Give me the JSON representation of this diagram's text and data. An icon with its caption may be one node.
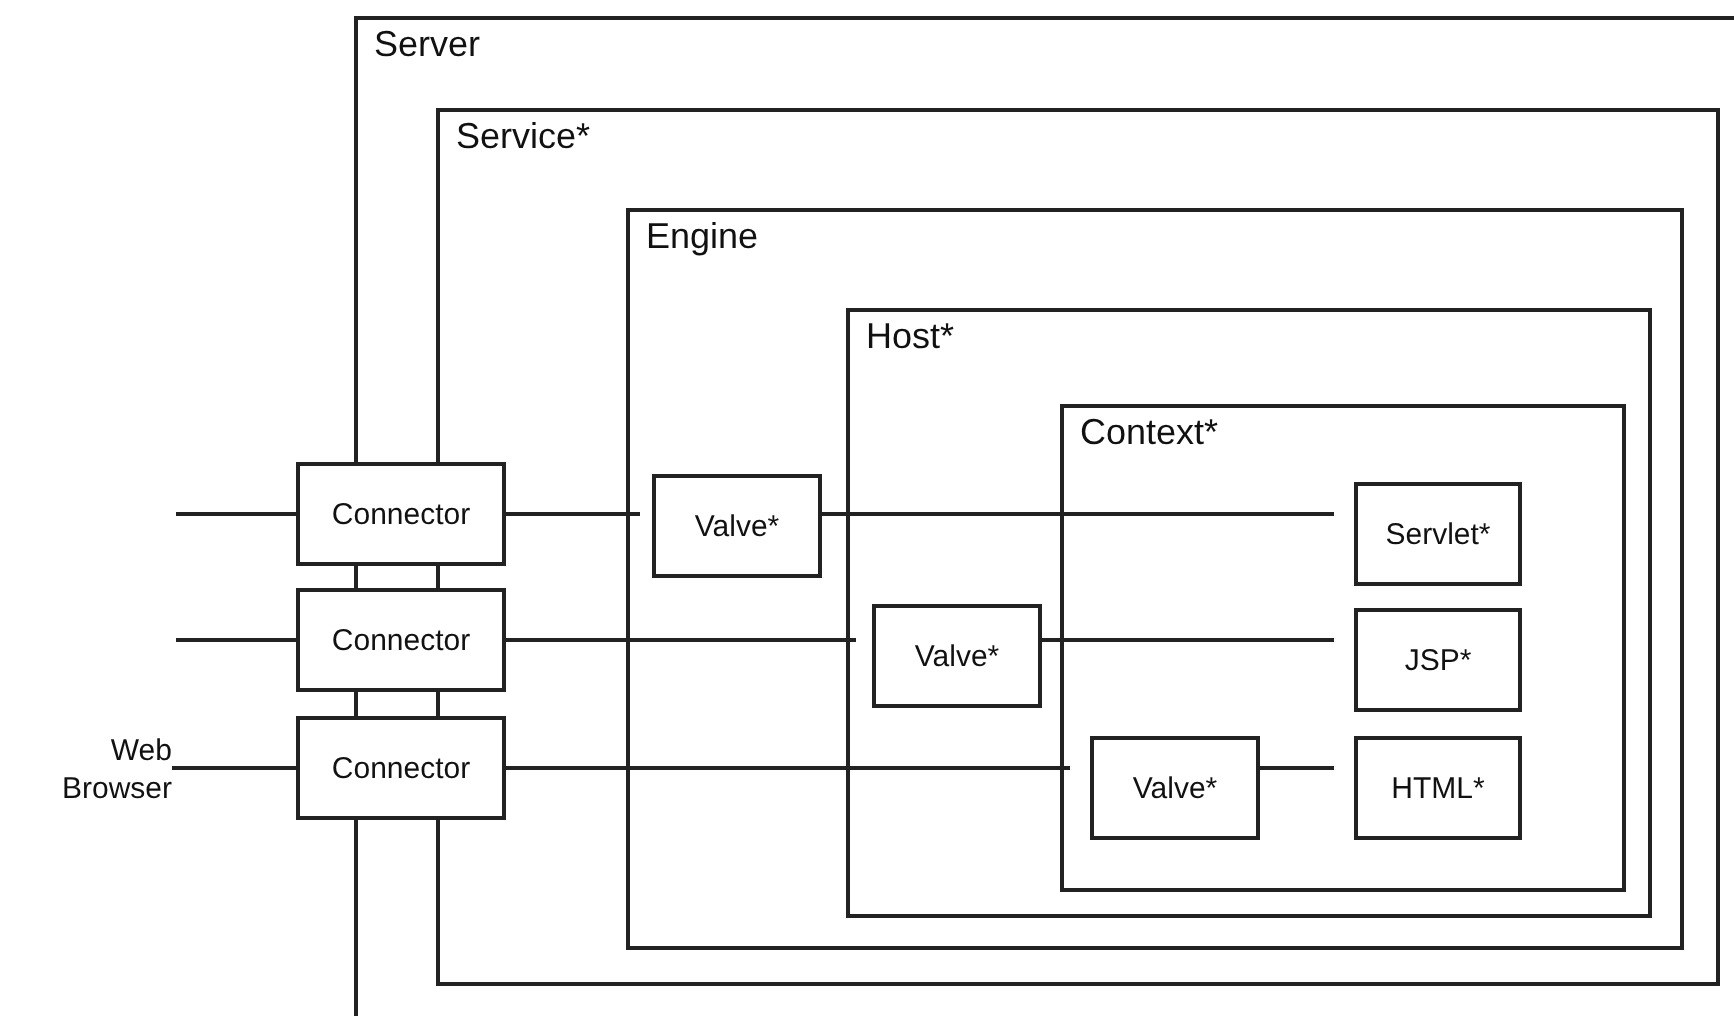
{
  "diagram": {
    "nodes": [
      {
        "text": [
          "Server"
        ]
      },
      {
        "text": [
          "Service*"
        ],
        "in": 0
      },
      {
        "text": [
          "Engine"
        ],
        "in": 1
      },
      {
        "text": [
          "Host*"
        ],
        "in": 2
      },
      {
        "text": [
          "Context*"
        ],
        "in": 3
      },
      {
        "text": [
          "Connector"
        ]
      },
      {
        "text": [
          "Valve*"
        ],
        "in": 2
      },
      {
        "text": [
          "Servlet*"
        ],
        "in": 4
      },
      {
        "text": [
          "Connector"
        ]
      },
      {
        "text": [
          "Valve*"
        ],
        "in": 3
      },
      {
        "text": [
          "JSP*"
        ],
        "in": 4
      },
      {
        "text": [
          "Web Browser"
        ]
      },
      {
        "text": [
          "Connector"
        ]
      },
      {
        "text": [
          "Valve*"
        ],
        "in": 4
      },
      {
        "text": [
          "HTML*"
        ],
        "in": 4
      }
    ],
    "edges": [
      {
        "from": null,
        "to": 5,
        "arrow": "none"
      },
      {
        "from": 5,
        "to": 6,
        "arrow": "none"
      },
      {
        "from": 6,
        "to": 7,
        "arrow": "none"
      },
      {
        "from": null,
        "to": 8,
        "arrow": "none"
      },
      {
        "from": 8,
        "to": 9,
        "arrow": "none"
      },
      {
        "from": 9,
        "to": 10,
        "arrow": "none"
      },
      {
        "from": 11,
        "to": 12,
        "arrow": "none"
      },
      {
        "from": 12,
        "to": 13,
        "arrow": "none"
      },
      {
        "from": 13,
        "to": 14,
        "arrow": "none"
      }
    ]
  }
}
